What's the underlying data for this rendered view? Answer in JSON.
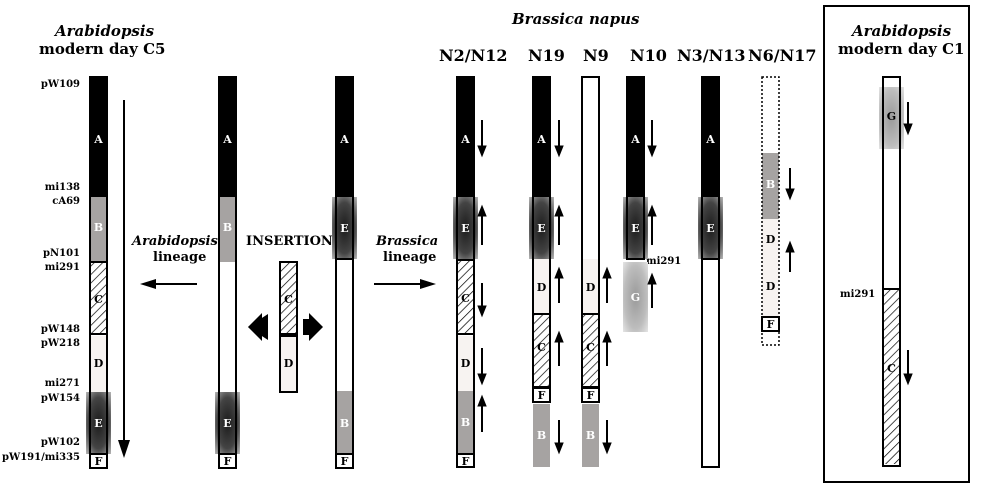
{
  "header": {
    "arab_c5_italic": "Arabidopsis",
    "arab_c5_title": "modern day C5",
    "brassica_title": "Brassica napus",
    "arab_c1_italic": "Arabidopsis",
    "arab_c1_title": "modern day C1"
  },
  "lanes": [
    "N2/N12",
    "N19",
    "N9",
    "N10",
    "N3/N13",
    "N6/N17"
  ],
  "markers_c5": [
    "pW109",
    "mi138",
    "cA69",
    "pN101",
    "mi291",
    "pW148",
    "pW218",
    "mi271",
    "pW154",
    "pW102",
    "pW191/mi335"
  ],
  "marker_n10": "mi291",
  "marker_c1": "mi291",
  "labels": {
    "arab_lineage_italic": "Arabidopsis",
    "arab_lineage": "lineage",
    "insertion": "INSERTION",
    "brassica_lineage_italic": "Brassica",
    "brassica_lineage": "lineage"
  },
  "segments": [
    "A",
    "B",
    "C",
    "D",
    "E",
    "F",
    "G"
  ],
  "colors": {
    "A": "#000000",
    "B": "#a6a3a2",
    "C": "hatched",
    "D": "#f7f3f1",
    "E": "#333333",
    "F": "#000000",
    "G": "#b8b8b8"
  },
  "icons": [
    "arrow-down-icon",
    "arrow-up-icon",
    "arrow-left-icon",
    "arrow-right-icon",
    "fat-arrow-left-icon",
    "fat-arrow-right-icon"
  ]
}
